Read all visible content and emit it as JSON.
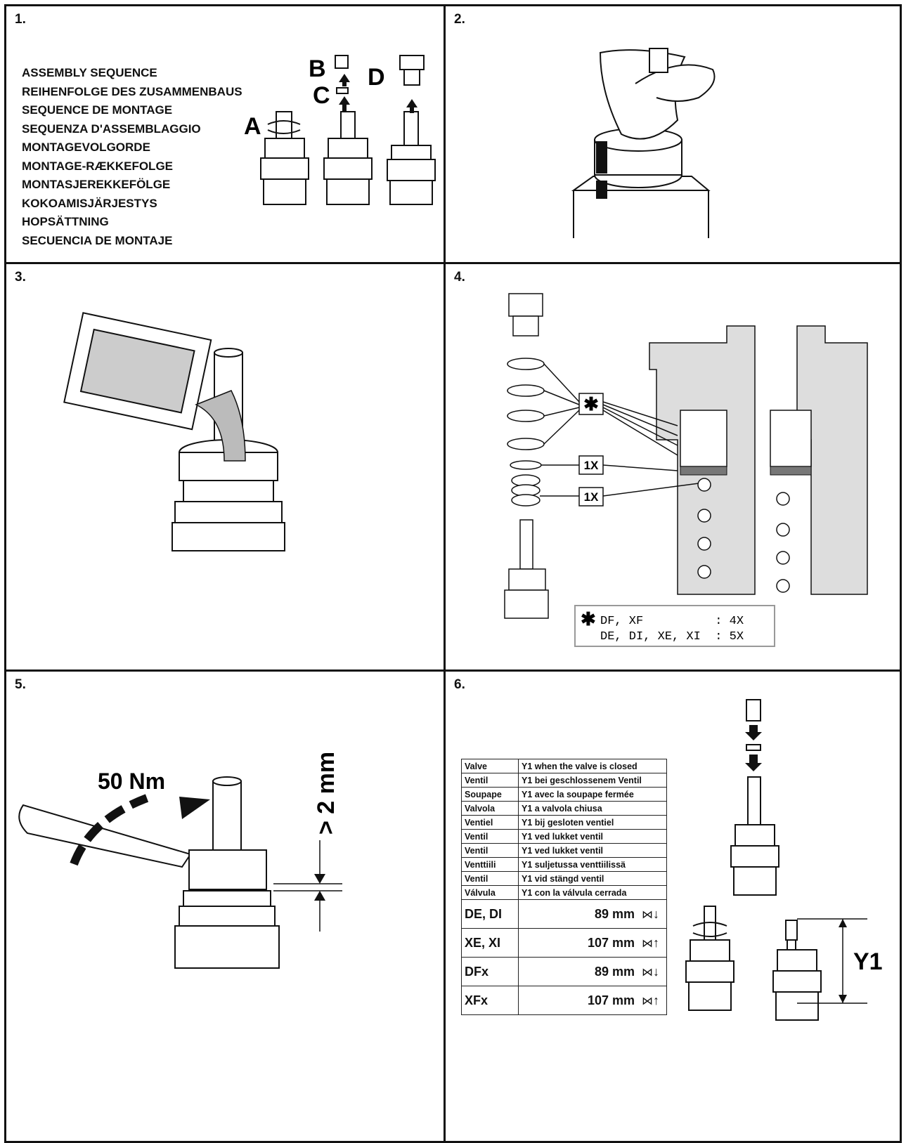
{
  "panels": [
    {
      "number": "1."
    },
    {
      "number": "2."
    },
    {
      "number": "3."
    },
    {
      "number": "4."
    },
    {
      "number": "5."
    },
    {
      "number": "6."
    }
  ],
  "step1": {
    "sequence": [
      "ASSEMBLY SEQUENCE",
      "REIHENFOLGE DES ZUSAMMENBAUS",
      "SEQUENCE DE MONTAGE",
      "SEQUENZA D'ASSEMBLAGGIO",
      "MONTAGEVOLGORDE",
      "MONTAGE-RÆKKEFOLGE",
      "MONTASJEREKKEFÖLGE",
      "KOKOAMISJÄRJESTYS",
      "HOPSÄTTNING",
      "SECUENCIA DE MONTAJE"
    ],
    "labels": {
      "a": "A",
      "b": "B",
      "c": "C",
      "d": "D"
    }
  },
  "step4": {
    "star": "✱",
    "qty1": "1X",
    "qty2": "1X",
    "note_line1": "DF, XF          : 4X",
    "note_line2": "DE, DI, XE, XI  : 5X"
  },
  "step5": {
    "torque": "50 Nm",
    "gap": "> 2 mm"
  },
  "step6": {
    "rows": [
      [
        "Valve",
        "Y1 when the valve is closed"
      ],
      [
        "Ventil",
        "Y1 bei geschlossenem Ventil"
      ],
      [
        "Soupape",
        "Y1 avec la soupape fermée"
      ],
      [
        "Valvola",
        "Y1 a valvola chiusa"
      ],
      [
        "Ventiel",
        "Y1 bij gesloten ventiel"
      ],
      [
        "Ventil",
        "Y1 ved lukket ventil"
      ],
      [
        "Ventil",
        "Y1 ved lukket ventil"
      ],
      [
        "Venttiili",
        "Y1 suljetussa venttiilissä"
      ],
      [
        "Ventil",
        "Y1 vid stängd ventil"
      ],
      [
        "Válvula",
        "Y1 con la válvula cerrada"
      ]
    ],
    "values": [
      {
        "type": "DE, DI",
        "y1": "89 mm",
        "dir": "↓"
      },
      {
        "type": "XE, XI",
        "y1": "107 mm",
        "dir": "↑"
      },
      {
        "type": "DFx",
        "y1": "89 mm",
        "dir": "↓"
      },
      {
        "type": "XFx",
        "y1": "107 mm",
        "dir": "↑"
      }
    ],
    "dim_label": "Y1"
  }
}
